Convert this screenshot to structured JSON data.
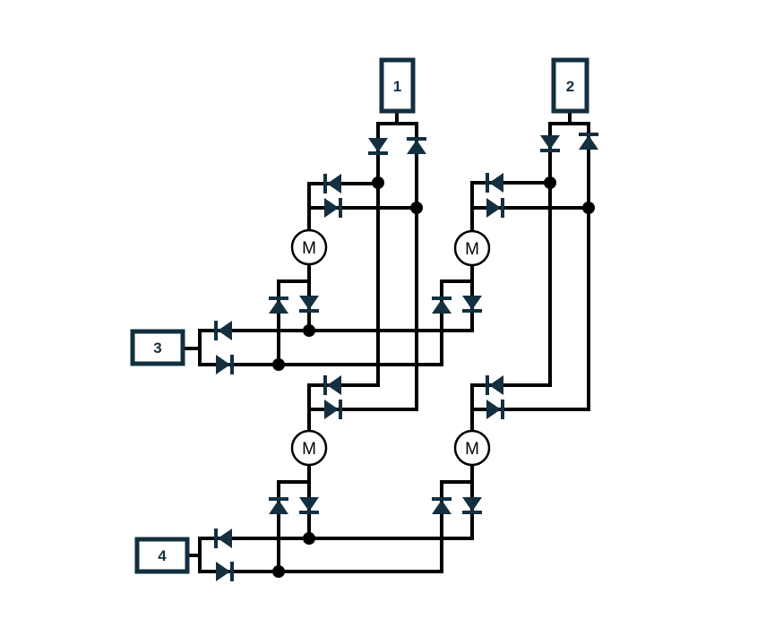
{
  "terminals": [
    {
      "id": "t1",
      "label": "1"
    },
    {
      "id": "t2",
      "label": "2"
    },
    {
      "id": "t3",
      "label": "3"
    },
    {
      "id": "t4",
      "label": "4"
    }
  ],
  "motors": [
    {
      "id": "m1",
      "label": "M"
    },
    {
      "id": "m2",
      "label": "M"
    },
    {
      "id": "m3",
      "label": "M"
    },
    {
      "id": "m4",
      "label": "M"
    }
  ],
  "colors": {
    "wire": "#000000",
    "component": "#132f40",
    "background": "#ffffff"
  }
}
